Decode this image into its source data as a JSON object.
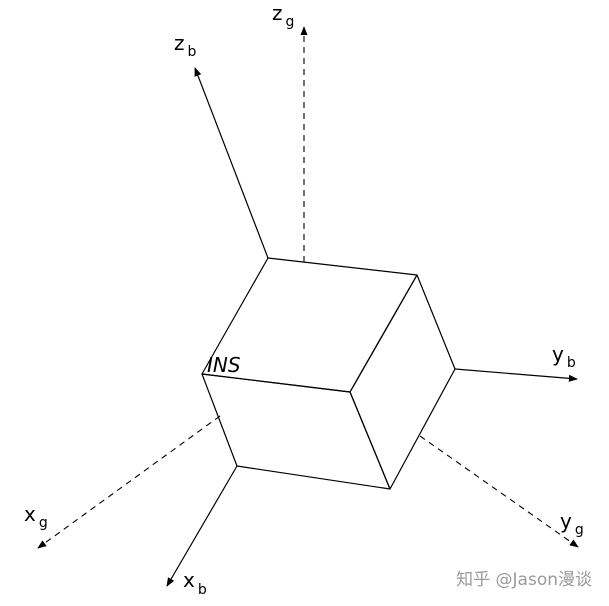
{
  "box_label": "INS",
  "axes": {
    "z_b": {
      "main": "z",
      "sub": "b"
    },
    "z_g": {
      "main": "z",
      "sub": "g"
    },
    "y_b": {
      "main": "y",
      "sub": "b"
    },
    "y_g": {
      "main": "y",
      "sub": "g"
    },
    "x_g": {
      "main": "x",
      "sub": "g"
    },
    "x_b": {
      "main": "x",
      "sub": "b"
    }
  },
  "watermark": "知乎 @Jason漫谈",
  "colors": {
    "stroke": "#000000",
    "watermark": "#9a9a9a"
  }
}
